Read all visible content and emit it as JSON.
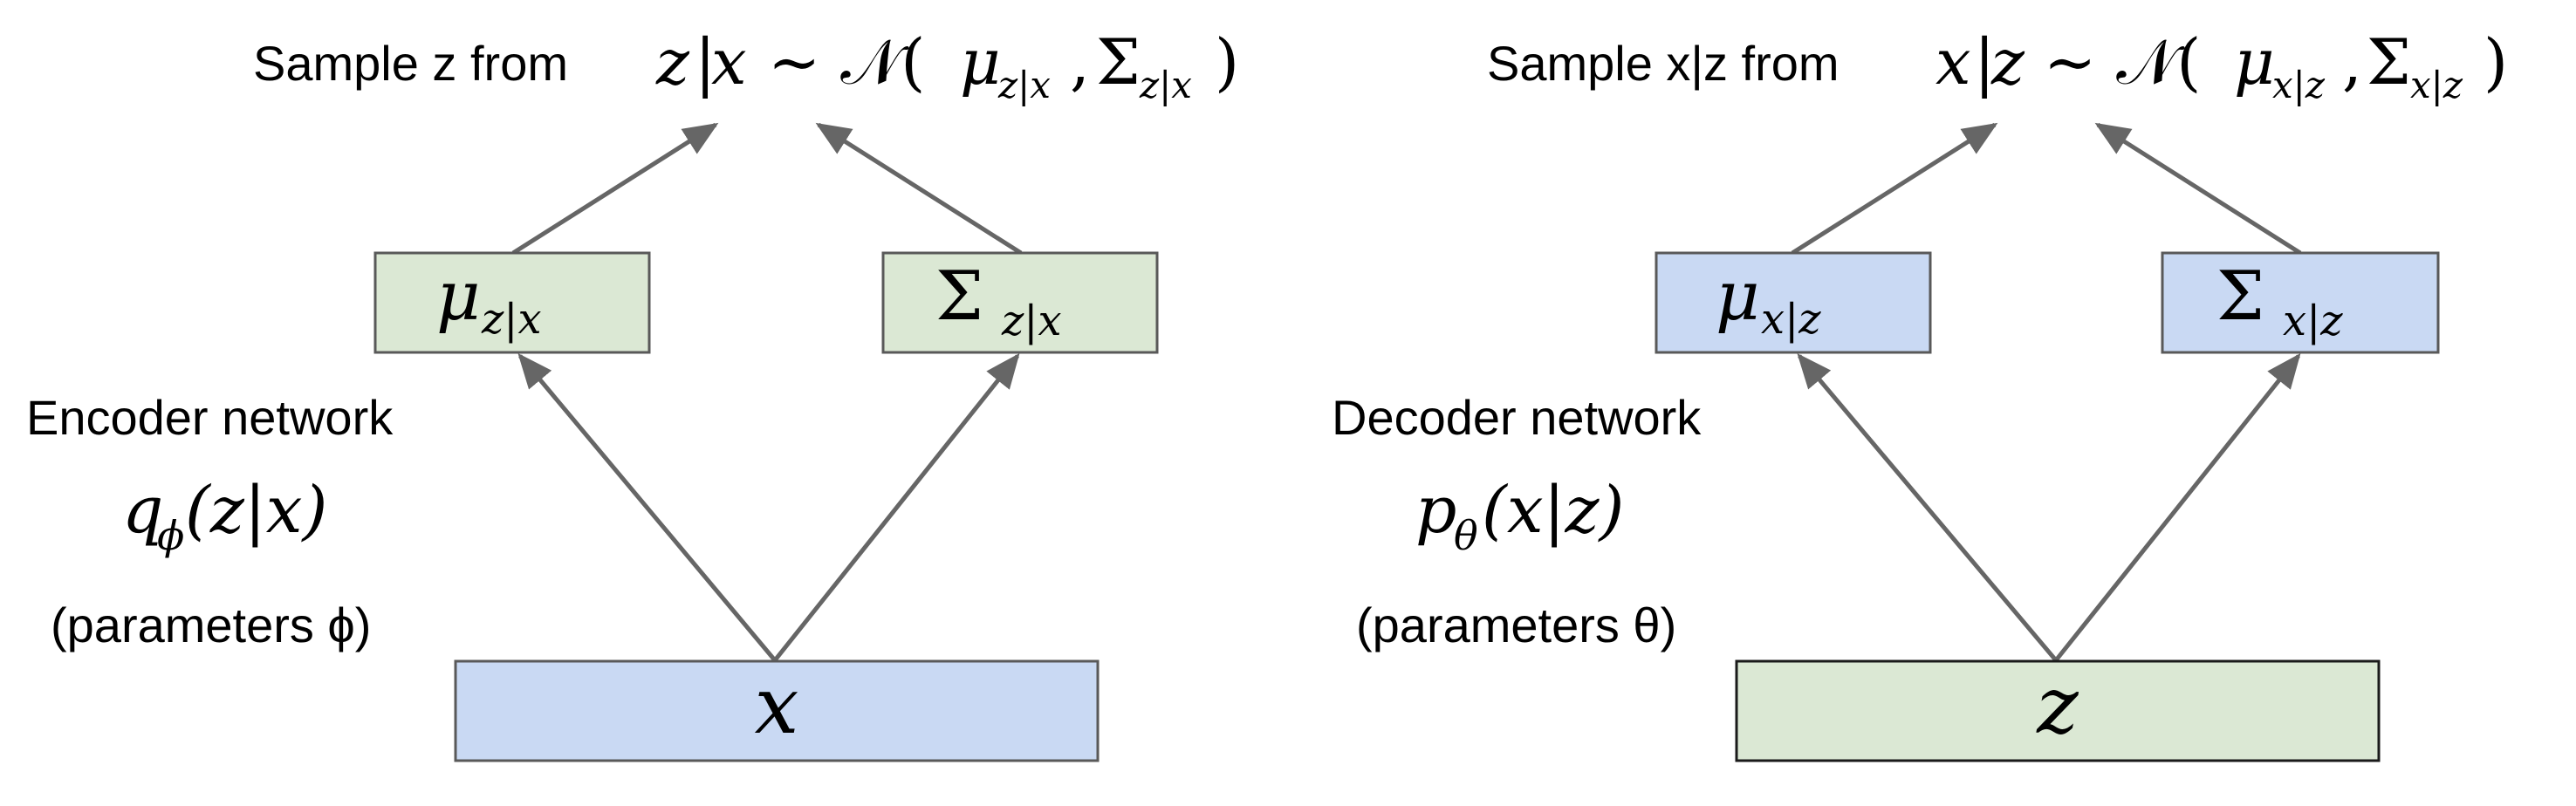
{
  "colors": {
    "arrow": "#666666",
    "box_stroke": "#595959",
    "blue_fill": "#c9d9f3",
    "green_fill": "#dbe8d4",
    "input_box_stroke_dark": "#1a1a1a"
  },
  "encoder": {
    "sample_prefix": "Sample z from",
    "sample_var": "z",
    "sample_given": "x",
    "sample_dist": "∼ 𝒩(",
    "sample_mu": "μ",
    "sample_sigma": "Σ",
    "sample_sub": "z|x",
    "mu_box": {
      "symbol": "μ",
      "sub": "z|x"
    },
    "sigma_box": {
      "symbol": "Σ",
      "sub": "z|x"
    },
    "network_title": "Encoder network",
    "network_q": "q",
    "network_phi": "ϕ",
    "network_arg": "(z|x)",
    "parameters": "(parameters ϕ)",
    "input_label": "x"
  },
  "decoder": {
    "sample_prefix": "Sample x|z from",
    "sample_var": "x",
    "sample_given": "z",
    "sample_dist": "∼ 𝒩(",
    "sample_mu": "μ",
    "sample_sigma": "Σ",
    "sample_sub": "x|z",
    "mu_box": {
      "symbol": "μ",
      "sub": "x|z"
    },
    "sigma_box": {
      "symbol": "Σ",
      "sub": "x|z"
    },
    "network_title": "Decoder network",
    "network_p": "p",
    "network_theta": "θ",
    "network_arg": "(x|z)",
    "parameters": "(parameters θ)",
    "input_label": "z"
  }
}
